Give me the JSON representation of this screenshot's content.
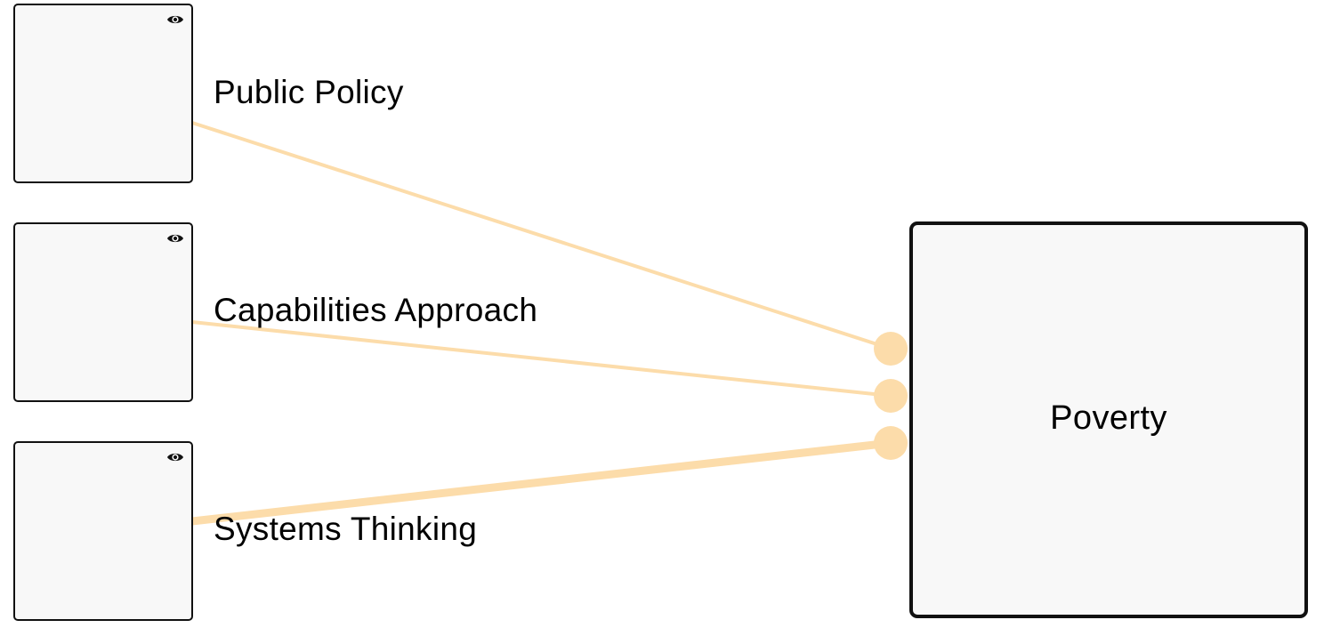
{
  "colors": {
    "link": "#fcdcaa",
    "box_fill": "#f8f8f8",
    "box_border": "#111111",
    "text": "#000000"
  },
  "sources": [
    {
      "label": "Public Policy",
      "icon": "eye-icon",
      "link_strength": "thin"
    },
    {
      "label": "Capabilities Approach",
      "icon": "eye-icon",
      "link_strength": "thin"
    },
    {
      "label": "Systems Thinking",
      "icon": "eye-icon",
      "link_strength": "thick"
    }
  ],
  "target": {
    "label": "Poverty"
  }
}
